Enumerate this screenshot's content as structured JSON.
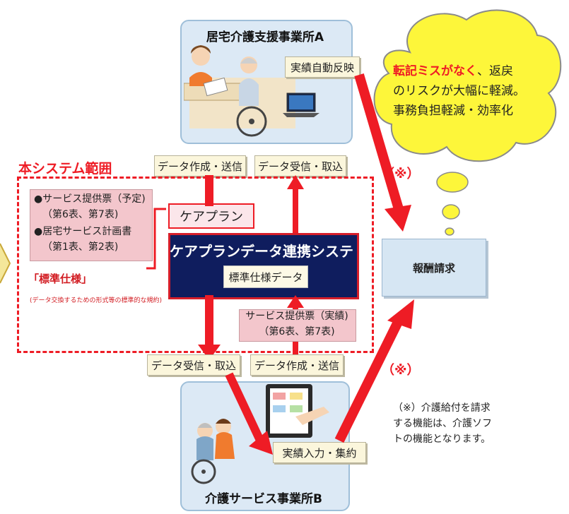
{
  "office_a": {
    "title": "居宅介護支援事業所A"
  },
  "office_b": {
    "title": "介護サービス事業所B"
  },
  "notes": {
    "auto_reflect": "実績自動反映",
    "create_send_top": "データ作成・送信",
    "receive_import_top": "データ受信・取込",
    "receive_import_bottom": "データ受信・取込",
    "create_send_bottom": "データ作成・送信",
    "actual_input": "実績入力・集約"
  },
  "system_range": {
    "title": "本システム範囲",
    "left_box": {
      "line1": "●サービス提供票（予定)",
      "line2": "（第6表、第7表)",
      "line3": "●居宅サービス計画書",
      "line4": "（第1表、第2表)"
    },
    "standard_label": "「標準仕様」",
    "standard_desc": "(データ交換するための形式等の標準的な規約)",
    "careplan": "ケアプラン",
    "system_title": "ケアプランデータ連携システ",
    "standard_data": "標準仕様データ",
    "service_actual": {
      "line1": "サービス提供票（実績)",
      "line2": "（第6表、第7表)"
    }
  },
  "reward_request": "報酬請求",
  "cloud": {
    "highlight": "転記ミスがなく",
    "rest1": "、返戻",
    "line2": "のリスクが大幅に軽減。",
    "line3": "事務負担軽減・効率化"
  },
  "kome_top": "（※）",
  "kome_bottom": "（※）",
  "footnote": {
    "line1": "（※）介護給付を請求",
    "line2": "する機能は、介護ソフ",
    "line3": "トの機能となります。"
  },
  "colors": {
    "accent_red": "#ee1c25",
    "system_navy": "#0f1d5e",
    "office_blue": "#dce9f5",
    "cloud_yellow": "#fdf63a"
  }
}
